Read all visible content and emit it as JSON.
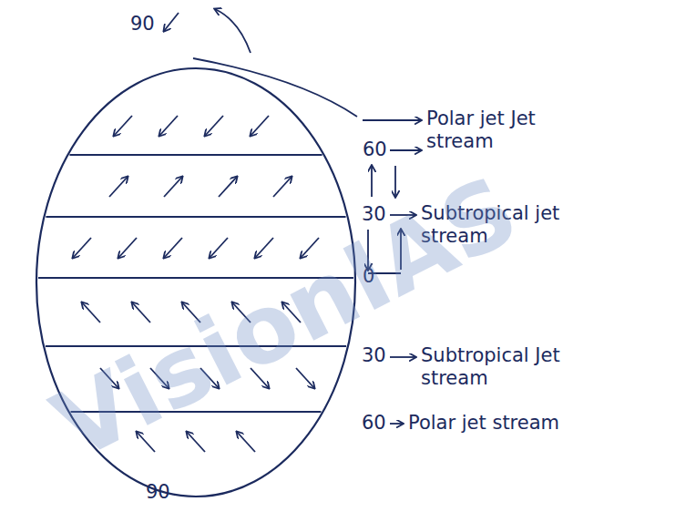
{
  "diagram": {
    "labels": [
      "90",
      "60",
      "30",
      "0",
      "30",
      "60",
      "90",
      "Polar jet Jet stream",
      "Subtropical jet stream",
      "Subtropical Jet stream",
      "Polar jet stream",
      "VisionIAS"
    ]
  }
}
